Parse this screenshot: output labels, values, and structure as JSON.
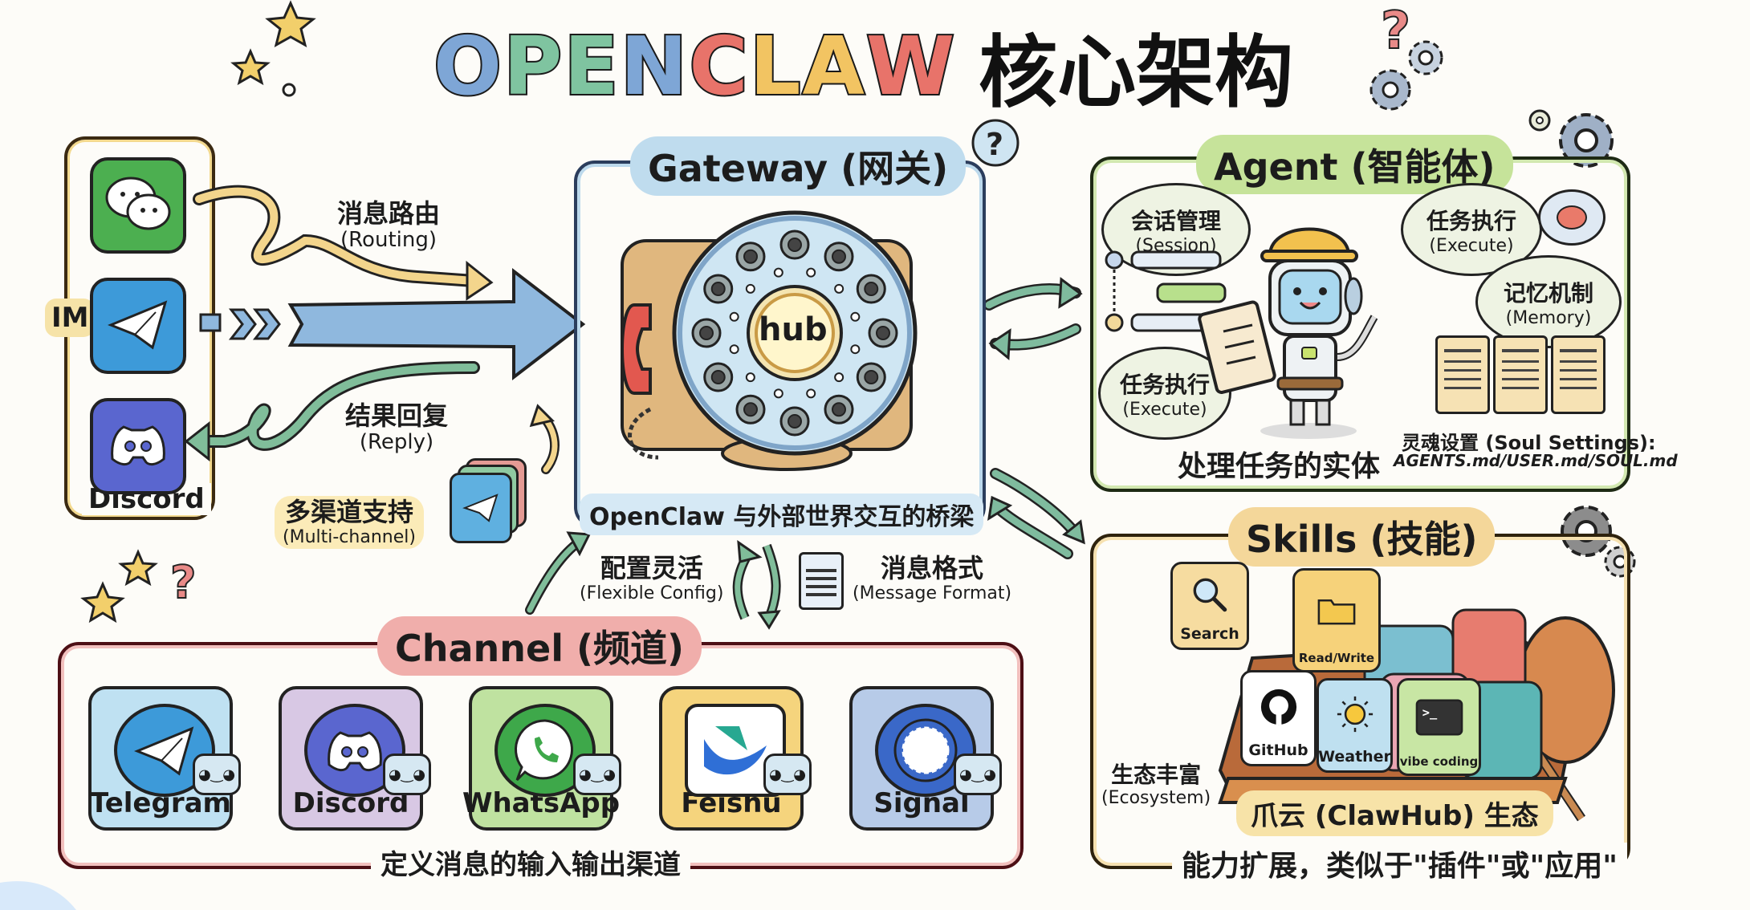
{
  "title": {
    "letters": [
      {
        "ch": "O",
        "color": "#7ea6d6"
      },
      {
        "ch": "P",
        "color": "#7fc4a0"
      },
      {
        "ch": "E",
        "color": "#7fc4a0"
      },
      {
        "ch": "N",
        "color": "#7ea6d6"
      },
      {
        "ch": "C",
        "color": "#e8736a"
      },
      {
        "ch": "L",
        "color": "#f2c462"
      },
      {
        "ch": "A",
        "color": "#f2c462"
      },
      {
        "ch": "W",
        "color": "#e8736a"
      }
    ],
    "chinese": "核心架构"
  },
  "im": {
    "side_label": "IM",
    "bottom_label": "Discord",
    "apps": [
      {
        "name": "WeChat",
        "icon": "wechat-icon",
        "color": "#4caf50"
      },
      {
        "name": "Telegram",
        "icon": "telegram-icon",
        "color": "#3d9ad9"
      },
      {
        "name": "Discord",
        "icon": "discord-icon",
        "color": "#5a66cf"
      }
    ]
  },
  "flows": {
    "routing": {
      "cn": "消息路由",
      "en": "(Routing)"
    },
    "reply": {
      "cn": "结果回复",
      "en": "(Reply)"
    },
    "multichannel": {
      "cn": "多渠道支持",
      "en": "(Multi-channel)"
    },
    "flexible_config": {
      "cn": "配置灵活",
      "en": "(Flexible Config)"
    },
    "message_format": {
      "cn": "消息格式",
      "en": "(Message Format)"
    }
  },
  "gateway": {
    "title": "Gateway (网关)",
    "hub_label": "hub",
    "caption": "OpenClaw 与外部世界交互的桥梁",
    "accent": "#a9cfe6"
  },
  "agent": {
    "title": "Agent (智能体)",
    "bubbles": [
      {
        "cn": "会话管理",
        "en": "(Session)"
      },
      {
        "cn": "任务执行",
        "en": "(Execute)"
      },
      {
        "cn": "记忆机制",
        "en": "(Memory)"
      },
      {
        "cn": "任务执行",
        "en": "(Execute)"
      }
    ],
    "soul_title": "灵魂设置 (Soul Settings):",
    "soul_files": "AGENTS.md/USER.md/SOUL.md",
    "caption": "处理任务的实体",
    "accent": "#c6e39a"
  },
  "skills": {
    "title": "Skills (技能)",
    "cards": [
      {
        "name": "Search",
        "icon": "search-icon",
        "color": "#f6dca0"
      },
      {
        "name": "Read/Write",
        "icon": "folder-icon",
        "color": "#f6d27a"
      },
      {
        "name": "GitHub",
        "icon": "github-icon",
        "color": "#ffffff"
      },
      {
        "name": "Weather",
        "icon": "sun-icon",
        "color": "#bfe0f0"
      },
      {
        "name": "vibe coding",
        "icon": "terminal-icon",
        "color": "#c8e6a4"
      }
    ],
    "ecosystem": {
      "cn": "生态丰富",
      "en": "(Ecosystem)"
    },
    "clawhub": "爪云 (ClawHub) 生态",
    "caption": "能力扩展，类似于\"插件\"或\"应用\"",
    "accent": "#f4d79a"
  },
  "channel": {
    "title": "Channel (频道)",
    "caption": "定义消息的输入输出渠道",
    "accent": "#eea4a2",
    "cards": [
      {
        "name": "Telegram",
        "icon": "telegram-icon",
        "bg": "#bfe1f2",
        "logo": "#3d9ad9"
      },
      {
        "name": "Discord",
        "icon": "discord-icon",
        "bg": "#d8c8e4",
        "logo": "#5a66cf"
      },
      {
        "name": "WhatsApp",
        "icon": "whatsapp-icon",
        "bg": "#bfe2a0",
        "logo": "#3ea84a"
      },
      {
        "name": "Feishu",
        "icon": "feishu-icon",
        "bg": "#f5d47d",
        "logo": "#2f6fd6"
      },
      {
        "name": "Signal",
        "icon": "signal-icon",
        "bg": "#b7cbe8",
        "logo": "#3a68c8"
      }
    ]
  }
}
